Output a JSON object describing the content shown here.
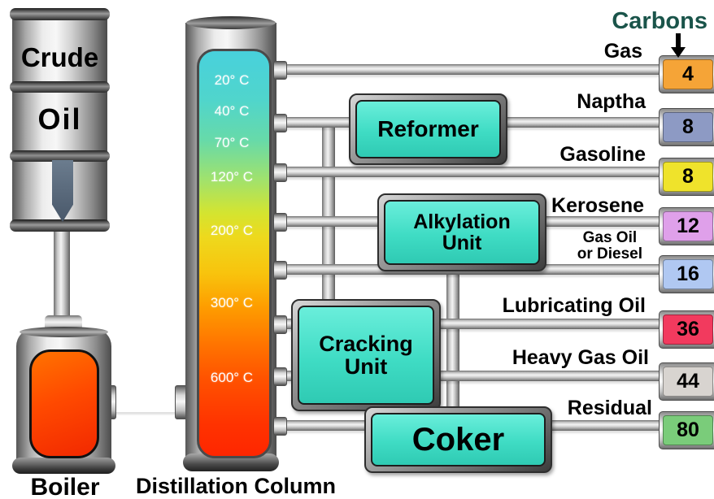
{
  "feed": {
    "barrel_line1": "Crude",
    "barrel_line2": "Oil",
    "boiler_label": "Boiler"
  },
  "distillation_column": {
    "label": "Distillation Column",
    "temperatures": [
      "20° C",
      "40° C",
      "70° C",
      "120° C",
      "200° C",
      "300° C",
      "600° C"
    ]
  },
  "carbons_header": "Carbons",
  "units": {
    "reformer": "Reformer",
    "alkylation": "Alkylation\nUnit",
    "cracking": "Cracking\nUnit",
    "coker": "Coker"
  },
  "products": [
    {
      "name": "Gas",
      "carbons": "4",
      "color": "#F5A437"
    },
    {
      "name": "Naptha",
      "carbons": "8",
      "color": "#8D9AC4"
    },
    {
      "name": "Gasoline",
      "carbons": "8",
      "color": "#EFE32B"
    },
    {
      "name": "Kerosene",
      "carbons": "12",
      "color": "#DFA0EA"
    },
    {
      "name": "Gas Oil\nor Diesel",
      "carbons": "16",
      "color": "#B0C8F2"
    },
    {
      "name": "Lubricating Oil",
      "carbons": "36",
      "color": "#F23A5E"
    },
    {
      "name": "Heavy Gas Oil",
      "carbons": "44",
      "color": "#D8D4D0"
    },
    {
      "name": "Residual",
      "carbons": "80",
      "color": "#7ACC7A"
    }
  ],
  "colors": {
    "unit_fill": "#3FDCC4",
    "carbons_text": "#1A544A",
    "boiler_fire": "#FF4800",
    "barrel_arrow": "#5A6B7C",
    "column_top": "#48D1DC",
    "column_bottom": "#FF2600"
  }
}
